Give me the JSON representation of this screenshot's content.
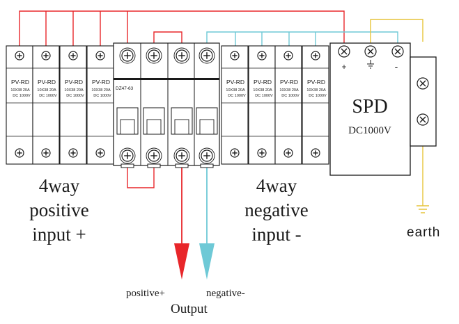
{
  "fuses": {
    "label": "PV-RD",
    "spec1": "10X38 20A",
    "spec2": "DC 1000V"
  },
  "breaker": {
    "model": "DZ47-63"
  },
  "spd": {
    "title": "SPD",
    "rating": "DC1000V",
    "plus": "+",
    "minus": "-"
  },
  "labels": {
    "positive_input": [
      "4way",
      "positive",
      "input +"
    ],
    "negative_input": [
      "4way",
      "negative",
      "input  -"
    ],
    "earth": "earth",
    "out_positive": "positive+",
    "out_negative": "negative-",
    "output": "Output"
  },
  "colors": {
    "positive_wire": "#e8262a",
    "negative_wire": "#6ec9d6",
    "earth_wire": "#e6c43a",
    "outline": "#1a1a1a"
  }
}
